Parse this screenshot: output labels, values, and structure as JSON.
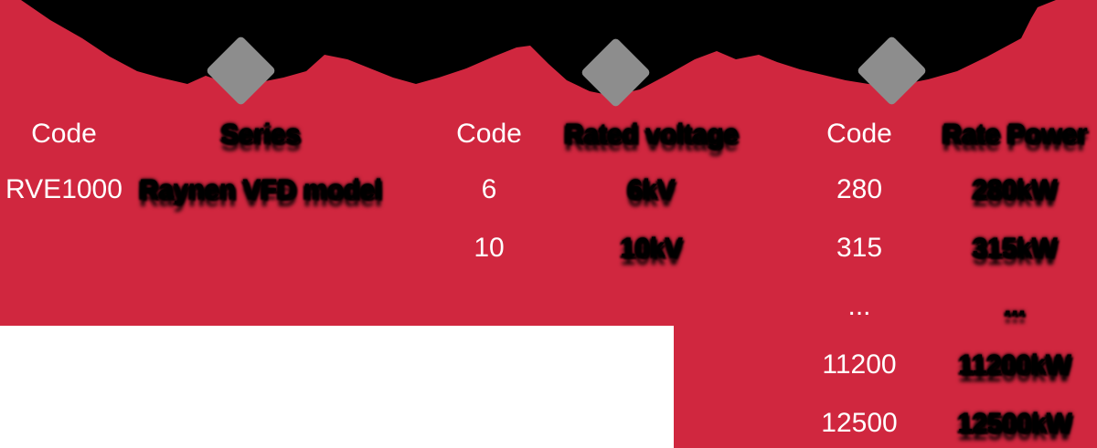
{
  "colors": {
    "panel_red": "#d0273f",
    "banner_black": "#000000",
    "diamond_gray": "#8d8d8d",
    "code_text": "#ffffff",
    "desc_text": "#000000"
  },
  "banner": {
    "diamond_separator_count": 3
  },
  "tables": [
    {
      "code_header": "Code",
      "desc_header": "Series",
      "rows": [
        {
          "code": "RVE1000",
          "desc": "Raynen VFD model"
        }
      ]
    },
    {
      "code_header": "Code",
      "desc_header": "Rated voltage",
      "rows": [
        {
          "code": "6",
          "desc": "6kV"
        },
        {
          "code": "10",
          "desc": "10kV"
        }
      ]
    },
    {
      "code_header": "Code",
      "desc_header": "Rate Power",
      "rows": [
        {
          "code": "280",
          "desc": "280kW"
        },
        {
          "code": "315",
          "desc": "315kW"
        },
        {
          "code": "...",
          "desc": "..."
        },
        {
          "code": "11200",
          "desc": "11200kW"
        },
        {
          "code": "12500",
          "desc": "12500kW"
        }
      ]
    }
  ]
}
